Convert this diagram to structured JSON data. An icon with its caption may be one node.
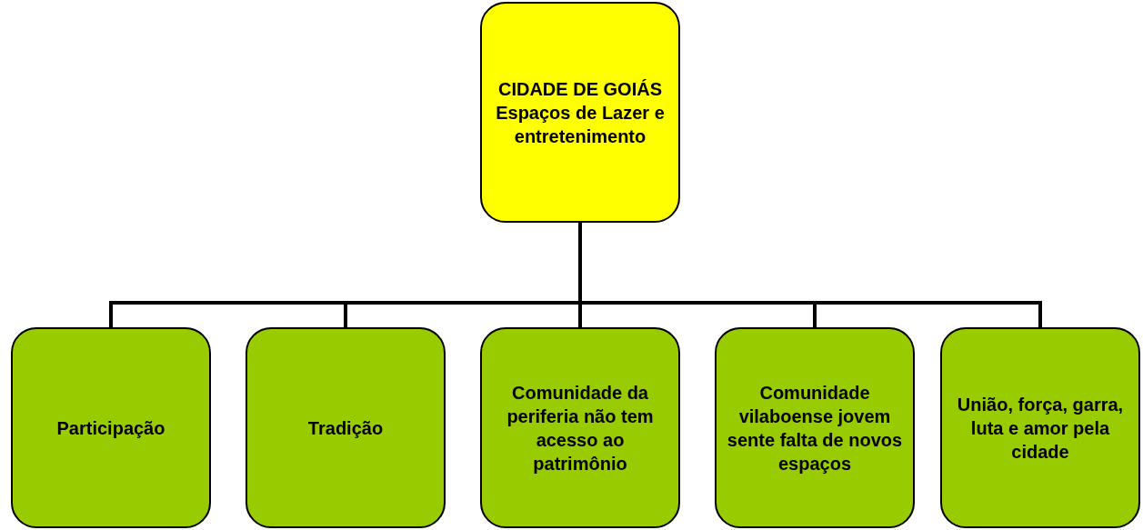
{
  "diagram": {
    "nodes": [
      {
        "text": [
          "CIDADE DE GOIÁS",
          "Espaços de Lazer e entretenimento"
        ]
      },
      {
        "text": [
          "Participação"
        ]
      },
      {
        "text": [
          "Tradição"
        ]
      },
      {
        "text": [
          "Comunidade da periferia não tem acesso ao patrimônio"
        ]
      },
      {
        "text": [
          "Comunidade vilaboense jovem sente falta de novos espaços"
        ]
      },
      {
        "text": [
          "União, força, garra, luta e amor pela cidade"
        ]
      }
    ],
    "edges": [
      {
        "from": 0,
        "to": 1,
        "arrow": "none"
      },
      {
        "from": 0,
        "to": 2,
        "arrow": "none"
      },
      {
        "from": 0,
        "to": 3,
        "arrow": "none"
      },
      {
        "from": 0,
        "to": 4,
        "arrow": "none"
      },
      {
        "from": 0,
        "to": 5,
        "arrow": "none"
      }
    ]
  }
}
